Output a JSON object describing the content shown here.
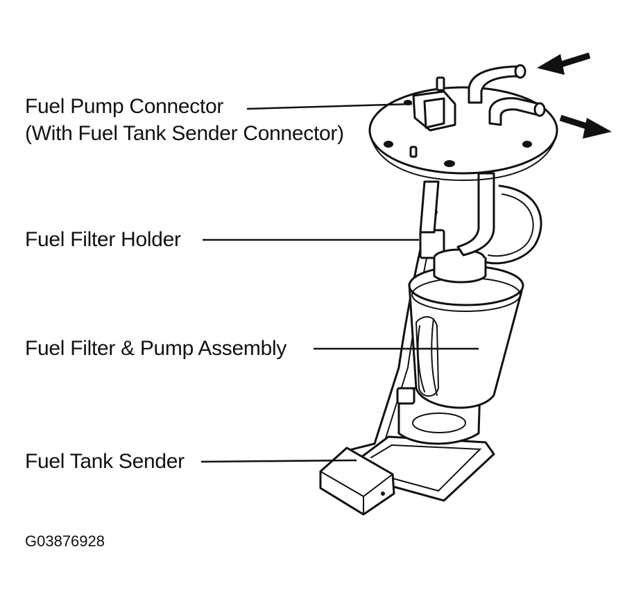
{
  "labels": {
    "connector_line1": "Fuel Pump Connector",
    "connector_line2": "(With Fuel Tank Sender Connector)",
    "filter_holder": "Fuel Filter Holder",
    "pump_assembly": "Fuel Filter & Pump Assembly",
    "tank_sender": "Fuel Tank Sender"
  },
  "figure_code": "G03876928",
  "colors": {
    "ink": "#111111",
    "background": "#ffffff"
  }
}
